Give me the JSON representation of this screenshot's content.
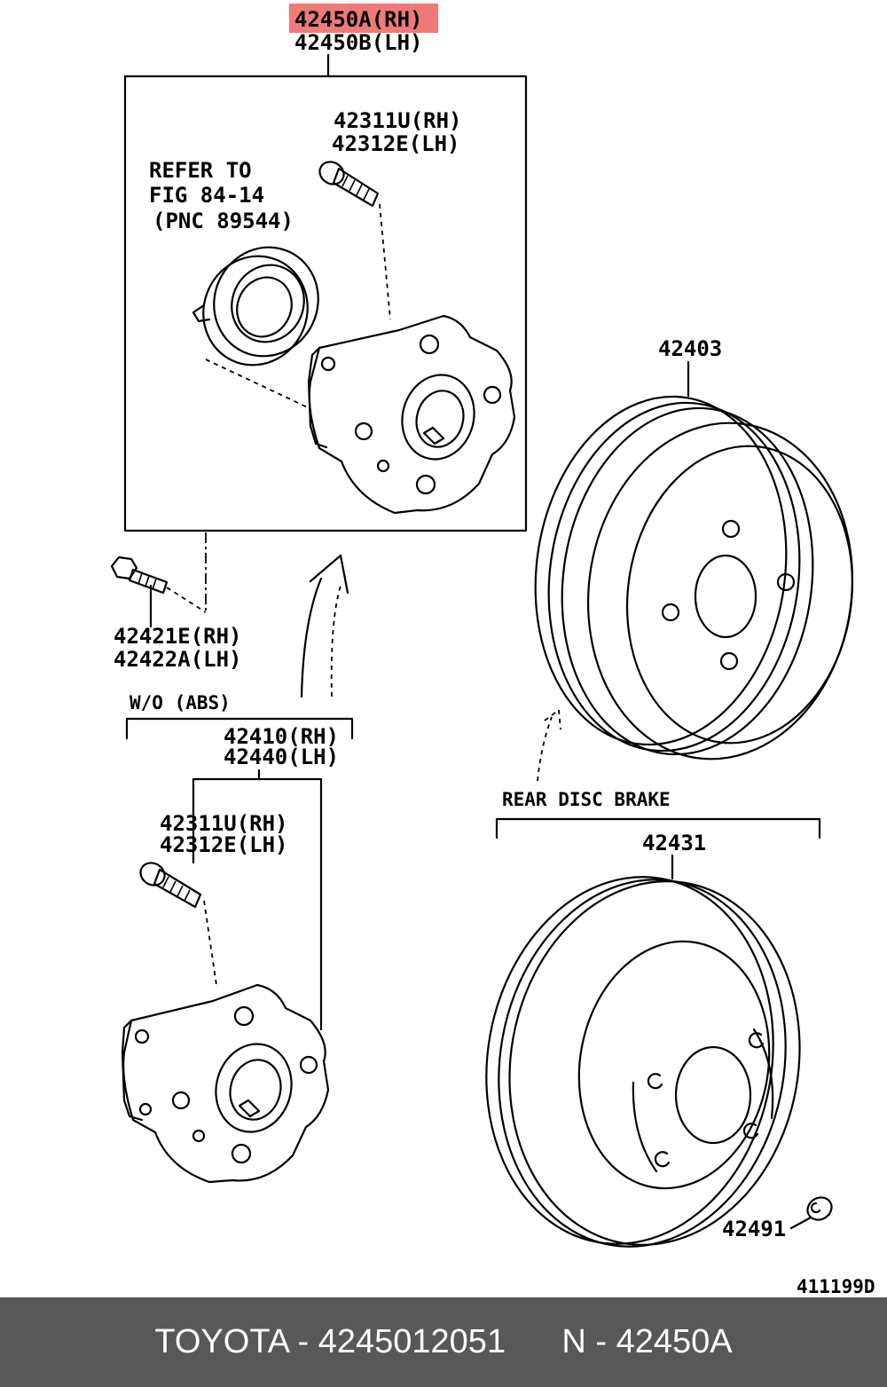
{
  "labels": {
    "hub_assembly_rh": "42450A(RH)",
    "hub_assembly_lh": "42450B(LH)",
    "hub_bolt_top_rh": "42311U(RH)",
    "hub_bolt_top_lh": "42312E(LH)",
    "refer_line1": "REFER TO",
    "refer_line2": "FIG 84-14",
    "refer_line3": "(PNC 89544)",
    "brake_drum": "42403",
    "mount_bolt_rh": "42421E(RH)",
    "mount_bolt_lh": "42422A(LH)",
    "wo_abs": "W/O (ABS)",
    "hub_wo_abs_rh": "42410(RH)",
    "hub_wo_abs_lh": "42440(LH)",
    "hub_bolt_bottom_rh": "42311U(RH)",
    "hub_bolt_bottom_lh": "42312E(LH)",
    "rear_disc_brake": "REAR DISC BRAKE",
    "disc_rotor": "42431",
    "hole_plug": "42491",
    "figure_code": "411199D"
  },
  "highlight_color": "#f07a7a",
  "footer": {
    "text": "TOYOTA - 4245012051      N - 42450A",
    "background": "#585858",
    "text_color": "#ffffff"
  }
}
